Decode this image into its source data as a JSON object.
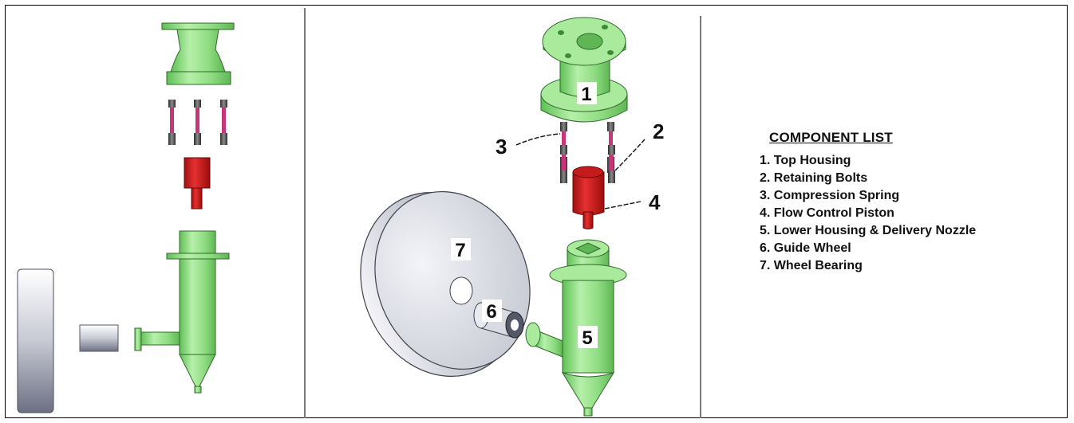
{
  "component_list": {
    "title": "COMPONENT LIST",
    "items": [
      "1. Top Housing",
      "2. Retaining Bolts",
      "3. Compression Spring",
      "4. Flow Control Piston",
      "5. Lower Housing & Delivery Nozzle",
      "6. Guide Wheel",
      "7. Wheel Bearing"
    ]
  },
  "callouts": {
    "c1": "1",
    "c2": "2",
    "c3": "3",
    "c4": "4",
    "c5": "5",
    "c6": "6",
    "c7": "7"
  },
  "colors": {
    "housing_green": "#9be08f",
    "piston_red": "#d81e1e",
    "bolt_grey": "#4a4a4a",
    "bolt_pink": "#c8357a",
    "wheel_grey": "#c9cbd3"
  }
}
